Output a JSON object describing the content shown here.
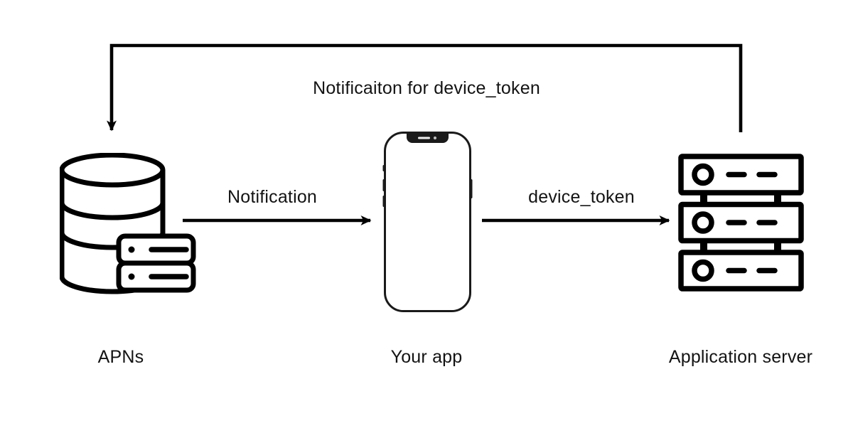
{
  "page": {
    "background": "#ffffff"
  },
  "colors": {
    "stroke": "#000000",
    "text": "#131313",
    "phone_notch": "#1a1a1a"
  },
  "nodes": [
    {
      "id": "apns",
      "label": "APNs",
      "icon": "database-icon"
    },
    {
      "id": "your-app",
      "label": "Your app",
      "icon": "smartphone-icon"
    },
    {
      "id": "application-server",
      "label": "Application server",
      "icon": "server-rack-icon"
    }
  ],
  "edges": [
    {
      "from": "apns",
      "to": "your-app",
      "label": "Notification",
      "style": "straight-right-arrow"
    },
    {
      "from": "your-app",
      "to": "application-server",
      "label": "device_token",
      "style": "straight-right-arrow"
    },
    {
      "from": "application-server",
      "to": "apns",
      "label": "Notificaiton for device_token",
      "style": "top-loop-down-arrow"
    }
  ]
}
